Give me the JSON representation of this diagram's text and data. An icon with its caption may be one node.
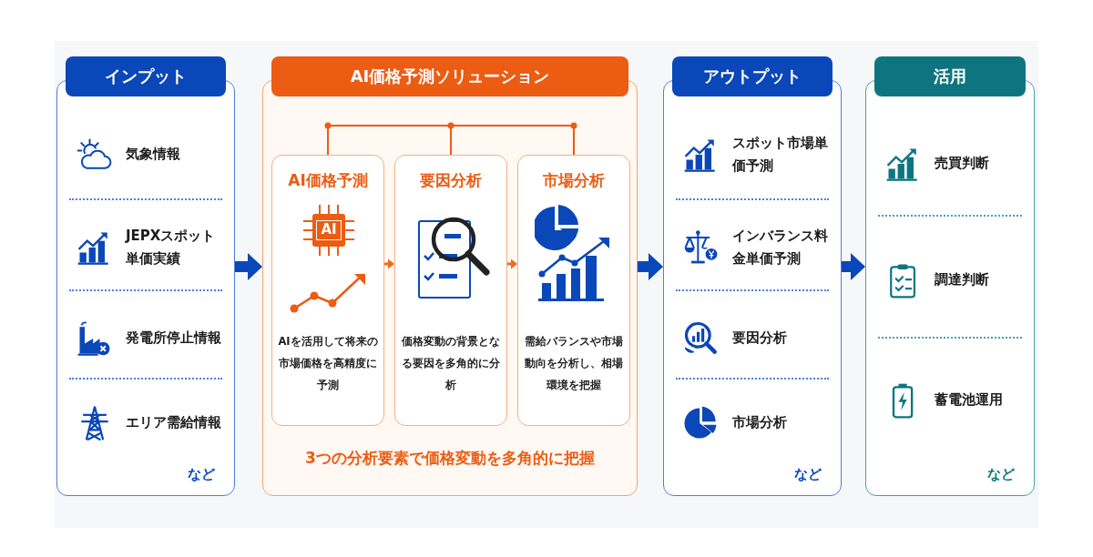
{
  "diagram": {
    "nodes": [
      {
        "text": [
          "インプット",
          "気象情報",
          "JEPXスポット単価実績",
          "発電所停止情報",
          "エリア需給情報",
          "など"
        ]
      },
      {
        "text": [
          "AI価格予測ソリューション",
          "3つの分析要素で価格変動を多角的に把握"
        ]
      },
      {
        "text": [
          "AI価格予測",
          "AIを活用して将来の市場価格を高精度に予測"
        ],
        "in": 1
      },
      {
        "text": [
          "要因分析",
          "価格変動の背景となる要因を多角的に分析"
        ],
        "in": 1
      },
      {
        "text": [
          "市場分析",
          "需給バランスや市場動向を分析し、相場環境を把握"
        ],
        "in": 1
      },
      {
        "text": [
          "アウトプット",
          "スポット市場単価予測",
          "インバランス料金単価予測",
          "要因分析",
          "市場分析",
          "など"
        ]
      },
      {
        "text": [
          "活用",
          "売買判断",
          "調達判断",
          "蓄電池運用",
          "など"
        ]
      }
    ],
    "edges": [
      {
        "from": 0,
        "to": 1,
        "arrow": "to"
      },
      {
        "from": 2,
        "to": 3,
        "arrow": "to",
        "color": "#f26a1b"
      },
      {
        "from": 3,
        "to": 4,
        "arrow": "to",
        "color": "#f26a1b"
      },
      {
        "from": 1,
        "to": 5,
        "arrow": "to"
      },
      {
        "from": 5,
        "to": 6,
        "arrow": "to"
      }
    ],
    "labels": [
      "AI"
    ]
  }
}
